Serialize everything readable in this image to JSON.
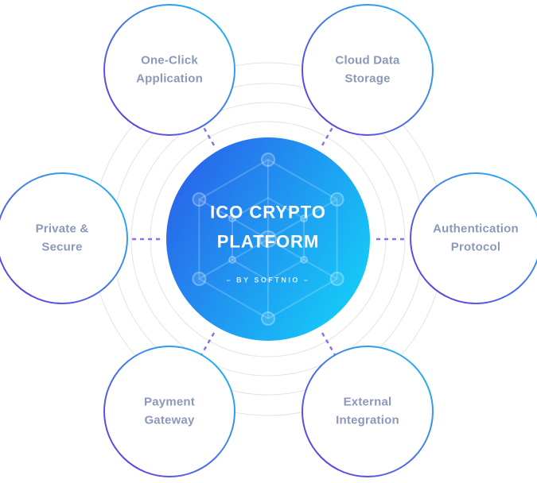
{
  "diagram": {
    "center": {
      "title_line1": "ICO CRYPTO",
      "title_line2": "PLATFORM",
      "subtitle": "– BY SOFTNIO –"
    },
    "nodes": [
      {
        "label": "One-Click Application"
      },
      {
        "label": "Cloud Data Storage"
      },
      {
        "label": "Private & Secure"
      },
      {
        "label": "Authentication Protocol"
      },
      {
        "label": "Payment Gateway"
      },
      {
        "label": "External Integration"
      }
    ],
    "colors": {
      "center_gradient_start": "#2c58e8",
      "center_gradient_end": "#16c6f7",
      "node_border_purple": "#6b2fe0",
      "node_border_cyan": "#1fc0f2",
      "label_text": "#8b98b7",
      "ring": "#e3e3e8",
      "connector": "#7a57e8"
    }
  }
}
